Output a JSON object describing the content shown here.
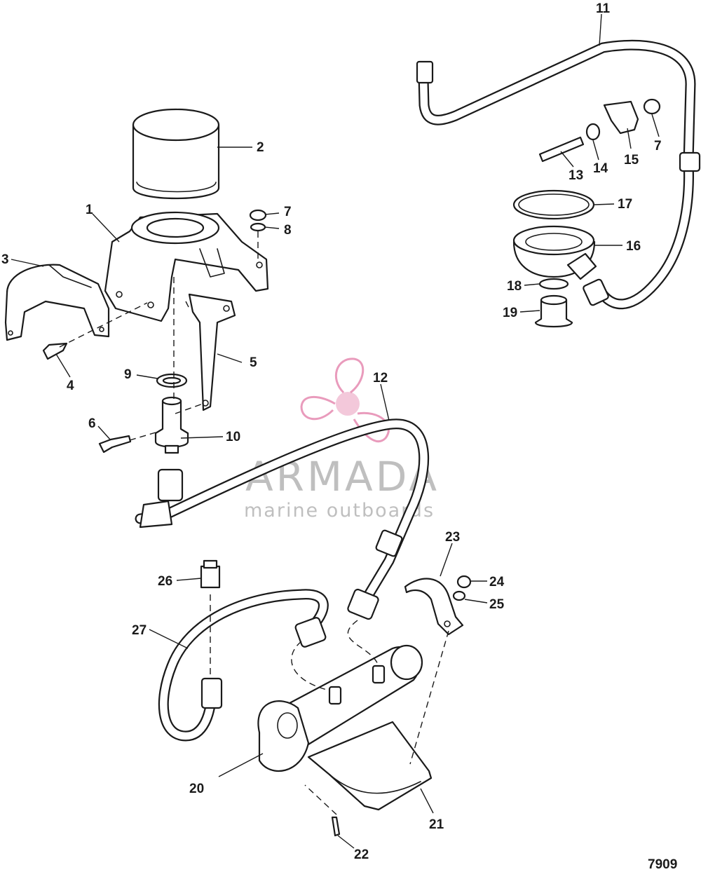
{
  "figure_number": "7909",
  "watermark": {
    "brand": "ARMADA",
    "tagline": "marine outboards",
    "logo_icon": "propeller-icon",
    "color": "#e8a0c0"
  },
  "callouts": [
    {
      "id": "1",
      "label": "1"
    },
    {
      "id": "2",
      "label": "2"
    },
    {
      "id": "3",
      "label": "3"
    },
    {
      "id": "4",
      "label": "4"
    },
    {
      "id": "5",
      "label": "5"
    },
    {
      "id": "6",
      "label": "6"
    },
    {
      "id": "7a",
      "label": "7"
    },
    {
      "id": "7b",
      "label": "7"
    },
    {
      "id": "8",
      "label": "8"
    },
    {
      "id": "9",
      "label": "9"
    },
    {
      "id": "10",
      "label": "10"
    },
    {
      "id": "11",
      "label": "11"
    },
    {
      "id": "12",
      "label": "12"
    },
    {
      "id": "13",
      "label": "13"
    },
    {
      "id": "14",
      "label": "14"
    },
    {
      "id": "15",
      "label": "15"
    },
    {
      "id": "16",
      "label": "16"
    },
    {
      "id": "17",
      "label": "17"
    },
    {
      "id": "18",
      "label": "18"
    },
    {
      "id": "19",
      "label": "19"
    },
    {
      "id": "20",
      "label": "20"
    },
    {
      "id": "21",
      "label": "21"
    },
    {
      "id": "22",
      "label": "22"
    },
    {
      "id": "23",
      "label": "23"
    },
    {
      "id": "24",
      "label": "24"
    },
    {
      "id": "25",
      "label": "25"
    },
    {
      "id": "26",
      "label": "26"
    },
    {
      "id": "27",
      "label": "27"
    }
  ]
}
